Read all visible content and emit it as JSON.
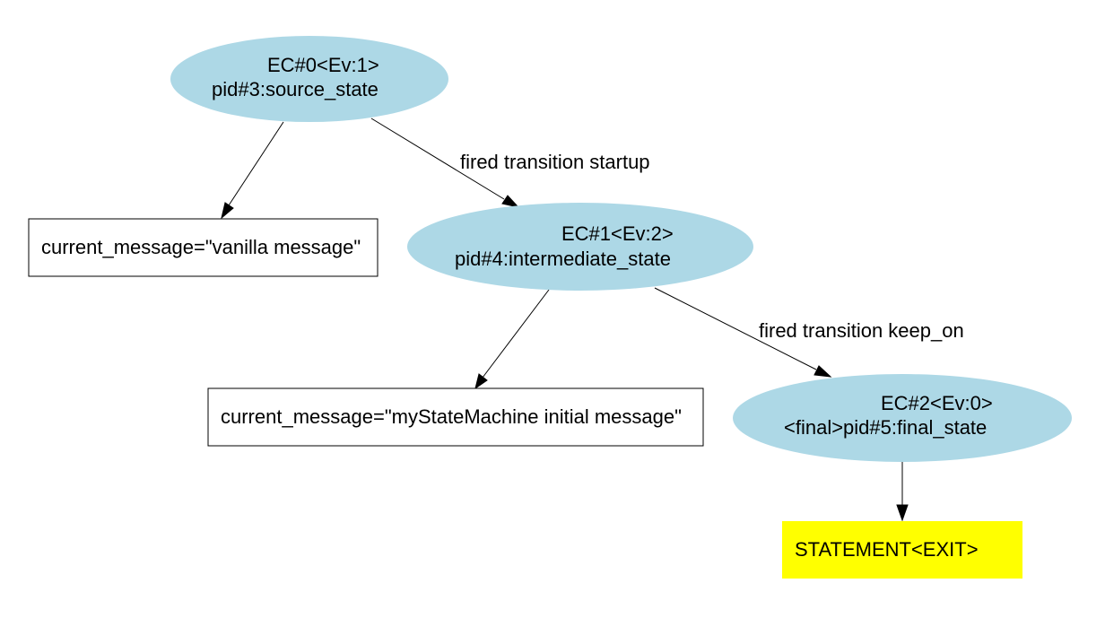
{
  "colors": {
    "state_fill": "#add8e6",
    "statement_fill": "#ffff00",
    "box_fill": "#ffffff",
    "line": "#000000"
  },
  "nodes": {
    "ec0": {
      "line1": "EC#0<Ev:1>",
      "line2": "pid#3:source_state"
    },
    "ec1": {
      "line1": "EC#1<Ev:2>",
      "line2": "pid#4:intermediate_state"
    },
    "ec2": {
      "line1": "EC#2<Ev:0>",
      "line2": "<final>pid#5:final_state"
    },
    "msg0": {
      "text": "current_message=\"vanilla message\""
    },
    "msg1": {
      "text": "current_message=\"myStateMachine initial message\""
    },
    "exit": {
      "text": "STATEMENT<EXIT>"
    }
  },
  "edges": {
    "ec0_to_ec1": {
      "label": "fired transition startup"
    },
    "ec1_to_ec2": {
      "label": "fired transition keep_on"
    }
  }
}
